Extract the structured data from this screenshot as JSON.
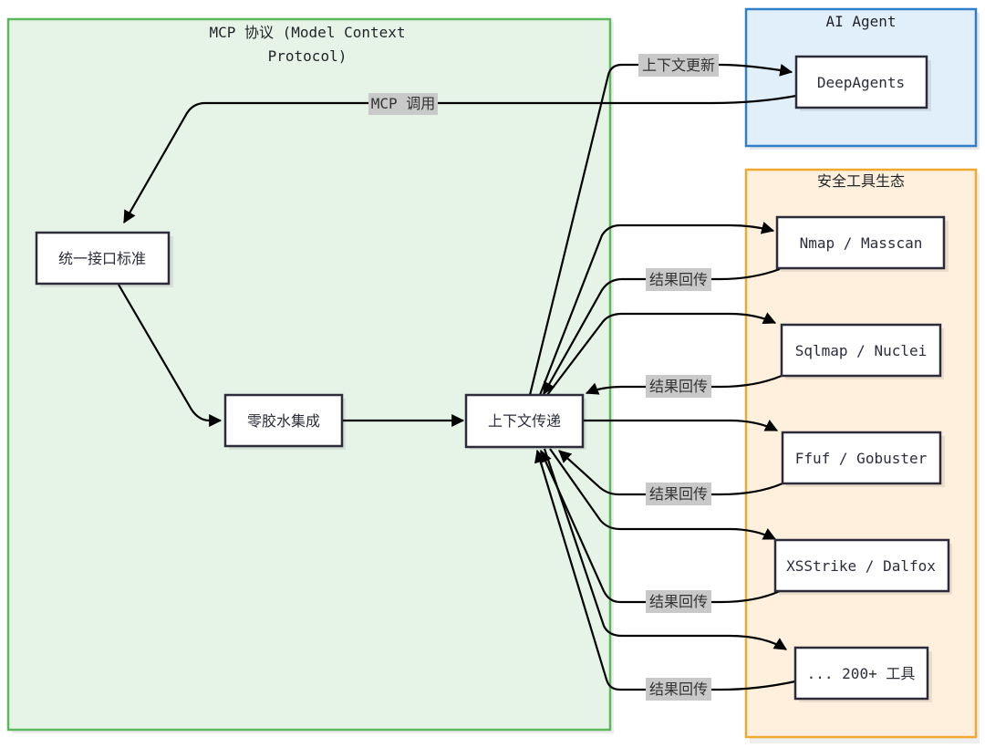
{
  "clusters": {
    "mcp": {
      "title_line1": "MCP 协议 (Model Context",
      "title_line2": "Protocol)",
      "fill": "#e6f4e8",
      "stroke": "#5cb85c"
    },
    "agent": {
      "title": "AI Agent",
      "fill": "#e1effb",
      "stroke": "#2f80c8"
    },
    "tools": {
      "title": "安全工具生态",
      "fill": "#fff0de",
      "stroke": "#f0a830"
    }
  },
  "nodes": {
    "deepagents": "DeepAgents",
    "unified_interface": "统一接口标准",
    "zero_glue": "零胶水集成",
    "context_passing": "上下文传递",
    "nmap": "Nmap / Masscan",
    "sqlmap": "Sqlmap / Nuclei",
    "ffuf": "Ffuf / Gobuster",
    "xsstrike": "XSStrike / Dalfox",
    "more_tools": "... 200+ 工具"
  },
  "edges": {
    "mcp_call": "MCP 调用",
    "context_update": "上下文更新",
    "result_return": "结果回传"
  },
  "colors": {
    "edge": "#000000",
    "label_bg": "#c9c9c9",
    "node_border": "#2b2b3a"
  }
}
